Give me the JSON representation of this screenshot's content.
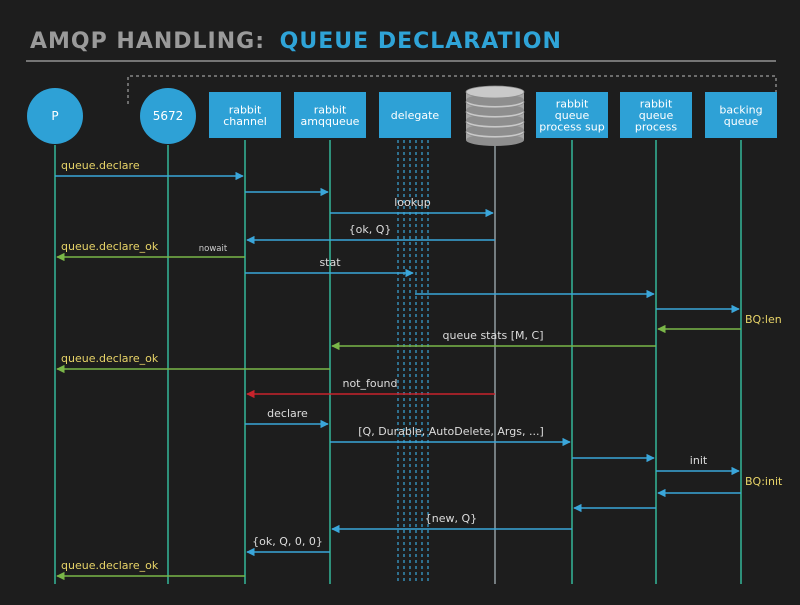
{
  "title": {
    "part1": "AMQP HANDLING:",
    "part2": "QUEUE DECLARATION",
    "part1_color": "#9a9a9a",
    "part2_color": "#2fa4d8"
  },
  "colors": {
    "background": "#1d1d1d",
    "participant_fill": "#2ea1d6",
    "lifeline": "#36c2a2",
    "message_blue": "#3aa6da",
    "message_green": "#7ab648",
    "message_red": "#c8232c",
    "label_text": "#dddddd",
    "reply_label": "#e8d468",
    "storage_fill": "#bfbfbf"
  },
  "participants": [
    {
      "id": "p",
      "label": "P",
      "shape": "circle"
    },
    {
      "id": "port",
      "label": "5672",
      "shape": "circle"
    },
    {
      "id": "channel",
      "label": "rabbit\nchannel",
      "shape": "box"
    },
    {
      "id": "amqqueue",
      "label": "rabbit\namqqueue",
      "shape": "box"
    },
    {
      "id": "delegate",
      "label": "delegate",
      "shape": "box"
    },
    {
      "id": "storage",
      "label": "",
      "shape": "database-icon"
    },
    {
      "id": "sup",
      "label": "rabbit\nqueue\nprocess sup",
      "shape": "box"
    },
    {
      "id": "qproc",
      "label": "rabbit\nqueue\nprocess",
      "shape": "box"
    },
    {
      "id": "backing",
      "label": "backing\nqueue",
      "shape": "box"
    }
  ],
  "messages": [
    {
      "from": "p",
      "to": "channel",
      "label": "queue.declare",
      "color": "yellow"
    },
    {
      "from": "channel",
      "to": "amqqueue",
      "label": "",
      "color": "blue"
    },
    {
      "from": "amqqueue",
      "to": "storage",
      "label": "lookup",
      "color": "blue"
    },
    {
      "from": "storage",
      "to": "channel",
      "label": "{ok, Q}",
      "color": "blue"
    },
    {
      "from": "channel",
      "to": "p",
      "label": "queue.declare_ok",
      "note": "nowait",
      "color": "green"
    },
    {
      "from": "channel",
      "to": "delegate",
      "label": "stat",
      "color": "blue"
    },
    {
      "from": "delegate",
      "to": "qproc",
      "label": "",
      "color": "blue"
    },
    {
      "from": "qproc",
      "to": "backing",
      "label": "",
      "color": "blue",
      "side_label": "BQ:len"
    },
    {
      "from": "backing",
      "to": "qproc",
      "label": "",
      "color": "green"
    },
    {
      "from": "qproc",
      "to": "amqqueue",
      "label": "queue stats [M, C]",
      "color": "green"
    },
    {
      "from": "amqqueue",
      "to": "p",
      "label": "queue.declare_ok",
      "color": "green"
    },
    {
      "from": "storage",
      "to": "channel",
      "label": "not_found",
      "color": "red"
    },
    {
      "from": "channel",
      "to": "amqqueue",
      "label": "declare",
      "color": "blue"
    },
    {
      "from": "amqqueue",
      "to": "sup",
      "label": "[Q, Durable, AutoDelete, Args, ...]",
      "color": "blue"
    },
    {
      "from": "sup",
      "to": "qproc",
      "label": "",
      "color": "blue"
    },
    {
      "from": "qproc",
      "to": "backing",
      "label": "init",
      "color": "blue",
      "side_label": "BQ:init"
    },
    {
      "from": "backing",
      "to": "qproc",
      "label": "",
      "color": "blue"
    },
    {
      "from": "qproc",
      "to": "sup",
      "label": "",
      "color": "blue"
    },
    {
      "from": "sup",
      "to": "amqqueue",
      "label": "{new, Q}",
      "color": "blue"
    },
    {
      "from": "amqqueue",
      "to": "channel",
      "label": "{ok, Q, 0, 0}",
      "color": "blue"
    },
    {
      "from": "channel",
      "to": "p",
      "label": "queue.declare_ok",
      "color": "green"
    }
  ]
}
